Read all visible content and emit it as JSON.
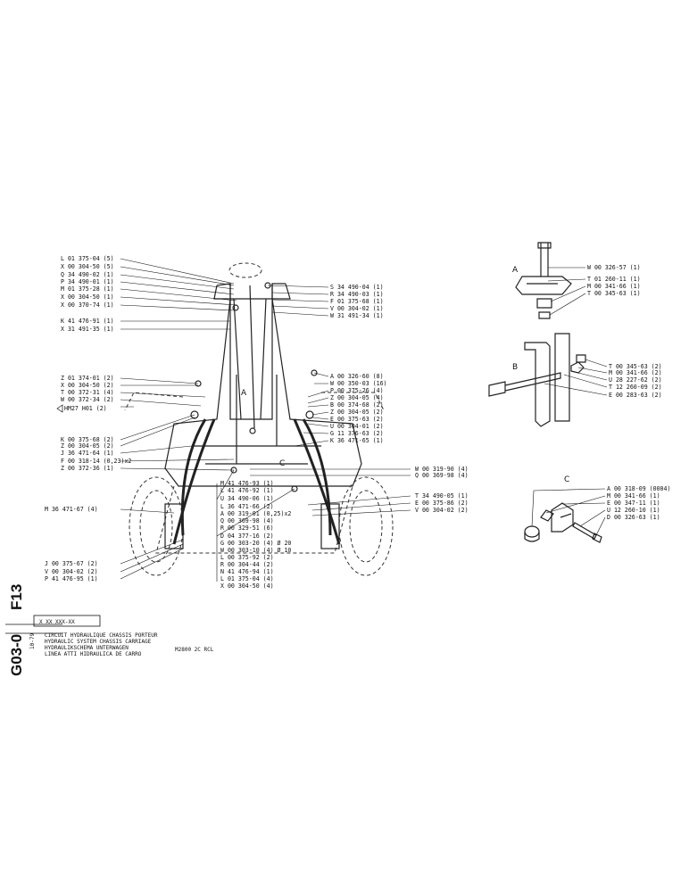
{
  "sheet": {
    "code_f": "F13",
    "code_g": "G03-0",
    "date": "10-79",
    "ref": "X XX XXX-XX",
    "title_lines": [
      "CIRCUIT HYDRAULIQUE CHASSIS PORTEUR",
      "HYDRAULIC SYSTEM CHASSIS CARRIAGE",
      "HYDRAULIKSCHEMA UNTERWAGEN",
      "LINEA ATTI HIDRAULICA DE CARRO"
    ],
    "model": "M2800 2C RCL"
  },
  "detail_letters": {
    "a": "A",
    "b": "B",
    "c": "C"
  },
  "left_labels": [
    "L 01 375-04 (5)",
    "X 00 304-50 (5)",
    "Q 34 490-02 (1)",
    "P 34 490-01 (1)",
    "M 01 375-28 (1)",
    "X 00 304-50 (1)",
    "X 00 370-74 (1)",
    "K 41 476-91 (1)",
    "X 31 491-35 (1)",
    "Z 01 374-01 (2)",
    "X 00 304-50 (2)",
    "T 00 372-31 (4)",
    "W 00 372-34 (2)",
    "HM27 H01 (2)",
    "K 00 375-68 (2)",
    "Z 00 304-05 (2)",
    "J 36 471-64 (1)",
    "F 00 318-14 (0,23)x2",
    "Z 00 372-36 (1)",
    "M 36 471-67 (4)",
    "J 00 375-67 (2)",
    "V 00 304-02 (2)",
    "P 41 476-95 (1)"
  ],
  "top_right_labels": [
    "S 34 490-04 (1)",
    "R 34 490-03 (1)",
    "F 01 375-68 (1)",
    "V 00 304-02 (1)",
    "W 31 491-34 (1)"
  ],
  "right_labels": [
    "A 00 326-60 (8)",
    "W 00 350-03 (16)",
    "P 00 375-26 (4)",
    "Z 00 304-05 (4)",
    "B 00 374-68 (2)",
    "Z 00 304-05 (2)",
    "E 00 375-63 (2)",
    "U 00 304-01 (2)",
    "G 11 376-63 (2)",
    "K 36 471-65 (1)"
  ],
  "mid_right_labels": [
    "W 00 319-90 (4)",
    "Q 00 369-98 (4)",
    "T 34 490-05 (1)",
    "E 00 375-86 (2)",
    "V 00 304-02 (2)"
  ],
  "center_labels": [
    "M 41 476-93 (1)",
    "L 41 476-92 (1)",
    "U 34 490-06 (1)",
    "L 36 471-66 (2)",
    "A 00 319-01 (0,25)x2",
    "Q 00 369-98 (4)",
    "R 00 329-51 (6)",
    "D 04 377-16 (2)",
    "G 00 303-20 (4) Ø 20",
    "W 00 303-10 (4) Ø 10",
    "L 00 375-92 (2)",
    "R 00 304-44 (2)",
    "N 41 476-94 (1)",
    "L 01 375-04 (4)",
    "X 00 304-50 (4)"
  ],
  "detail_a_labels": [
    "W 00 326-57 (1)",
    "T 01 260-11 (1)",
    "M 00 341-66 (1)",
    "T 00 345-63 (1)"
  ],
  "detail_b_labels": [
    "T 00 345-63 (2)",
    "M 00 341-66 (2)",
    "U 28 227-62 (2)",
    "T 12 260-09 (2)",
    "E 00 283-63 (2)"
  ],
  "detail_c_labels": [
    "A 00 318-09 (0004)",
    "M 00 341-66 (1)",
    "E 00 347-11 (1)",
    "U 12 260-10 (1)",
    "D 00 326-63 (1)"
  ]
}
